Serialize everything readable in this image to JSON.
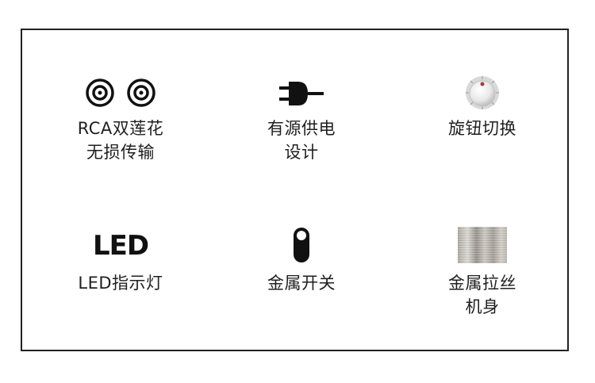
{
  "features": [
    {
      "icon": "rca-connector-icon",
      "lines": [
        "RCA双莲花",
        "无损传输"
      ]
    },
    {
      "icon": "power-plug-icon",
      "lines": [
        "有源供电",
        "设计"
      ]
    },
    {
      "icon": "rotary-knob-icon",
      "lines": [
        "旋钮切换"
      ]
    },
    {
      "icon_text": "LED",
      "lines": [
        "LED指示灯"
      ]
    },
    {
      "icon": "toggle-switch-icon",
      "lines": [
        "金属开关"
      ]
    },
    {
      "icon": "brushed-metal-swatch",
      "lines": [
        "金属拉丝",
        "机身"
      ]
    }
  ]
}
